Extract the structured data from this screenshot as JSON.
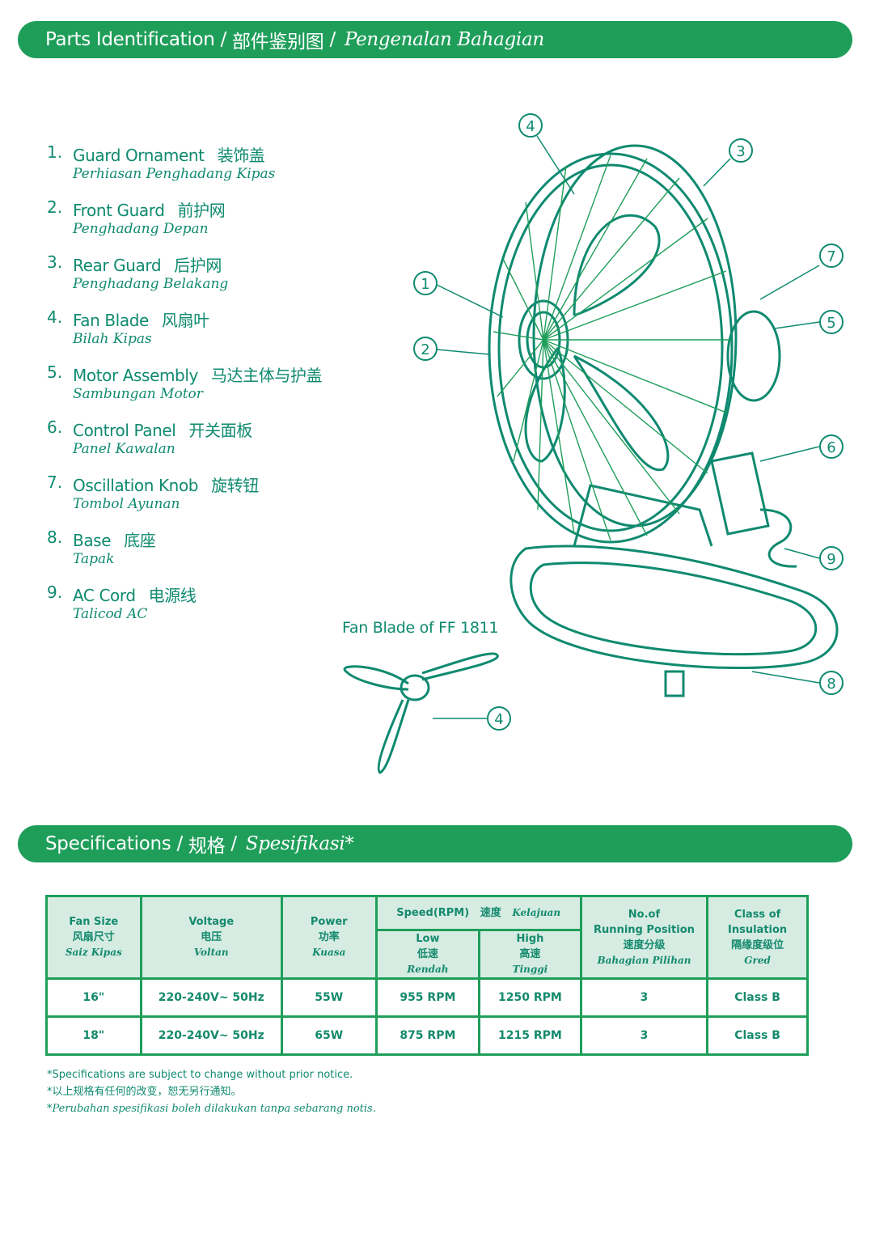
{
  "parts_banner": {
    "en": "Parts Identification",
    "sep1": "/",
    "cn": "部件鉴别图",
    "sep2": "/",
    "ms": "Pengenalan Bahagian"
  },
  "parts": [
    {
      "num": "1.",
      "en": "Guard Ornament",
      "cn": "装饰盖",
      "ms": "Perhiasan Penghadang Kipas"
    },
    {
      "num": "2.",
      "en": "Front Guard",
      "cn": "前护网",
      "ms": "Penghadang Depan"
    },
    {
      "num": "3.",
      "en": "Rear Guard",
      "cn": "后护网",
      "ms": "Penghadang Belakang"
    },
    {
      "num": "4.",
      "en": "Fan Blade",
      "cn": "风扇叶",
      "ms": "Bilah Kipas"
    },
    {
      "num": "5.",
      "en": "Motor Assembly",
      "cn": "马达主体与护盖",
      "ms": "Sambungan Motor"
    },
    {
      "num": "6.",
      "en": "Control Panel",
      "cn": "开关面板",
      "ms": "Panel Kawalan"
    },
    {
      "num": "7.",
      "en": "Oscillation Knob",
      "cn": "旋转钮",
      "ms": "Tombol Ayunan"
    },
    {
      "num": "8.",
      "en": "Base",
      "cn": "底座",
      "ms": "Tapak"
    },
    {
      "num": "9.",
      "en": "AC Cord",
      "cn": "电源线",
      "ms": "Talicod AC"
    }
  ],
  "diagram": {
    "callouts": [
      "1",
      "2",
      "3",
      "4",
      "5",
      "6",
      "7",
      "8",
      "9"
    ],
    "blade_callout": "4",
    "blade_caption": "Fan Blade of FF 1811"
  },
  "specs_banner": {
    "en": "Specifications",
    "sep1": "/",
    "cn": "规格",
    "sep2": "/",
    "ms": "Spesifikasi*"
  },
  "spec_table": {
    "headers": {
      "fan_size": {
        "en": "Fan Size",
        "cn": "风扇尺寸",
        "ms": "Saiz Kipas"
      },
      "voltage": {
        "en": "Voltage",
        "cn": "电压",
        "ms": "Voltan"
      },
      "power": {
        "en": "Power",
        "cn": "功率",
        "ms": "Kuasa"
      },
      "speed": {
        "en": "Speed(RPM)",
        "cn": "速度",
        "ms": "Kelajuan"
      },
      "low": {
        "en": "Low",
        "cn": "低速",
        "ms": "Rendah"
      },
      "high": {
        "en": "High",
        "cn": "高速",
        "ms": "Tinggi"
      },
      "positions": {
        "en1": "No.of",
        "en2": "Running Position",
        "cn": "速度分级",
        "ms": "Bahagian Pilihan"
      },
      "insulation": {
        "en1": "Class of",
        "en2": "Insulation",
        "cn": "隔缘度级位",
        "ms": "Gred"
      }
    },
    "rows": [
      {
        "size": "16\"",
        "voltage": "220-240V~ 50Hz",
        "power": "55W",
        "low": "955 RPM",
        "high": "1250 RPM",
        "positions": "3",
        "insulation": "Class B"
      },
      {
        "size": "18\"",
        "voltage": "220-240V~ 50Hz",
        "power": "65W",
        "low": "875 RPM",
        "high": "1215 RPM",
        "positions": "3",
        "insulation": "Class B"
      }
    ]
  },
  "notes": {
    "en": "*Specifications are subject to change without prior notice.",
    "cn": "*以上规格有任何的改变，恕无另行通知。",
    "ms": "*Perubahan spesifikasi boleh dilakukan tanpa sebarang notis."
  },
  "colors": {
    "green": "#1f9e5a",
    "teal": "#0f8a70",
    "header_fill": "#d6ece3"
  }
}
